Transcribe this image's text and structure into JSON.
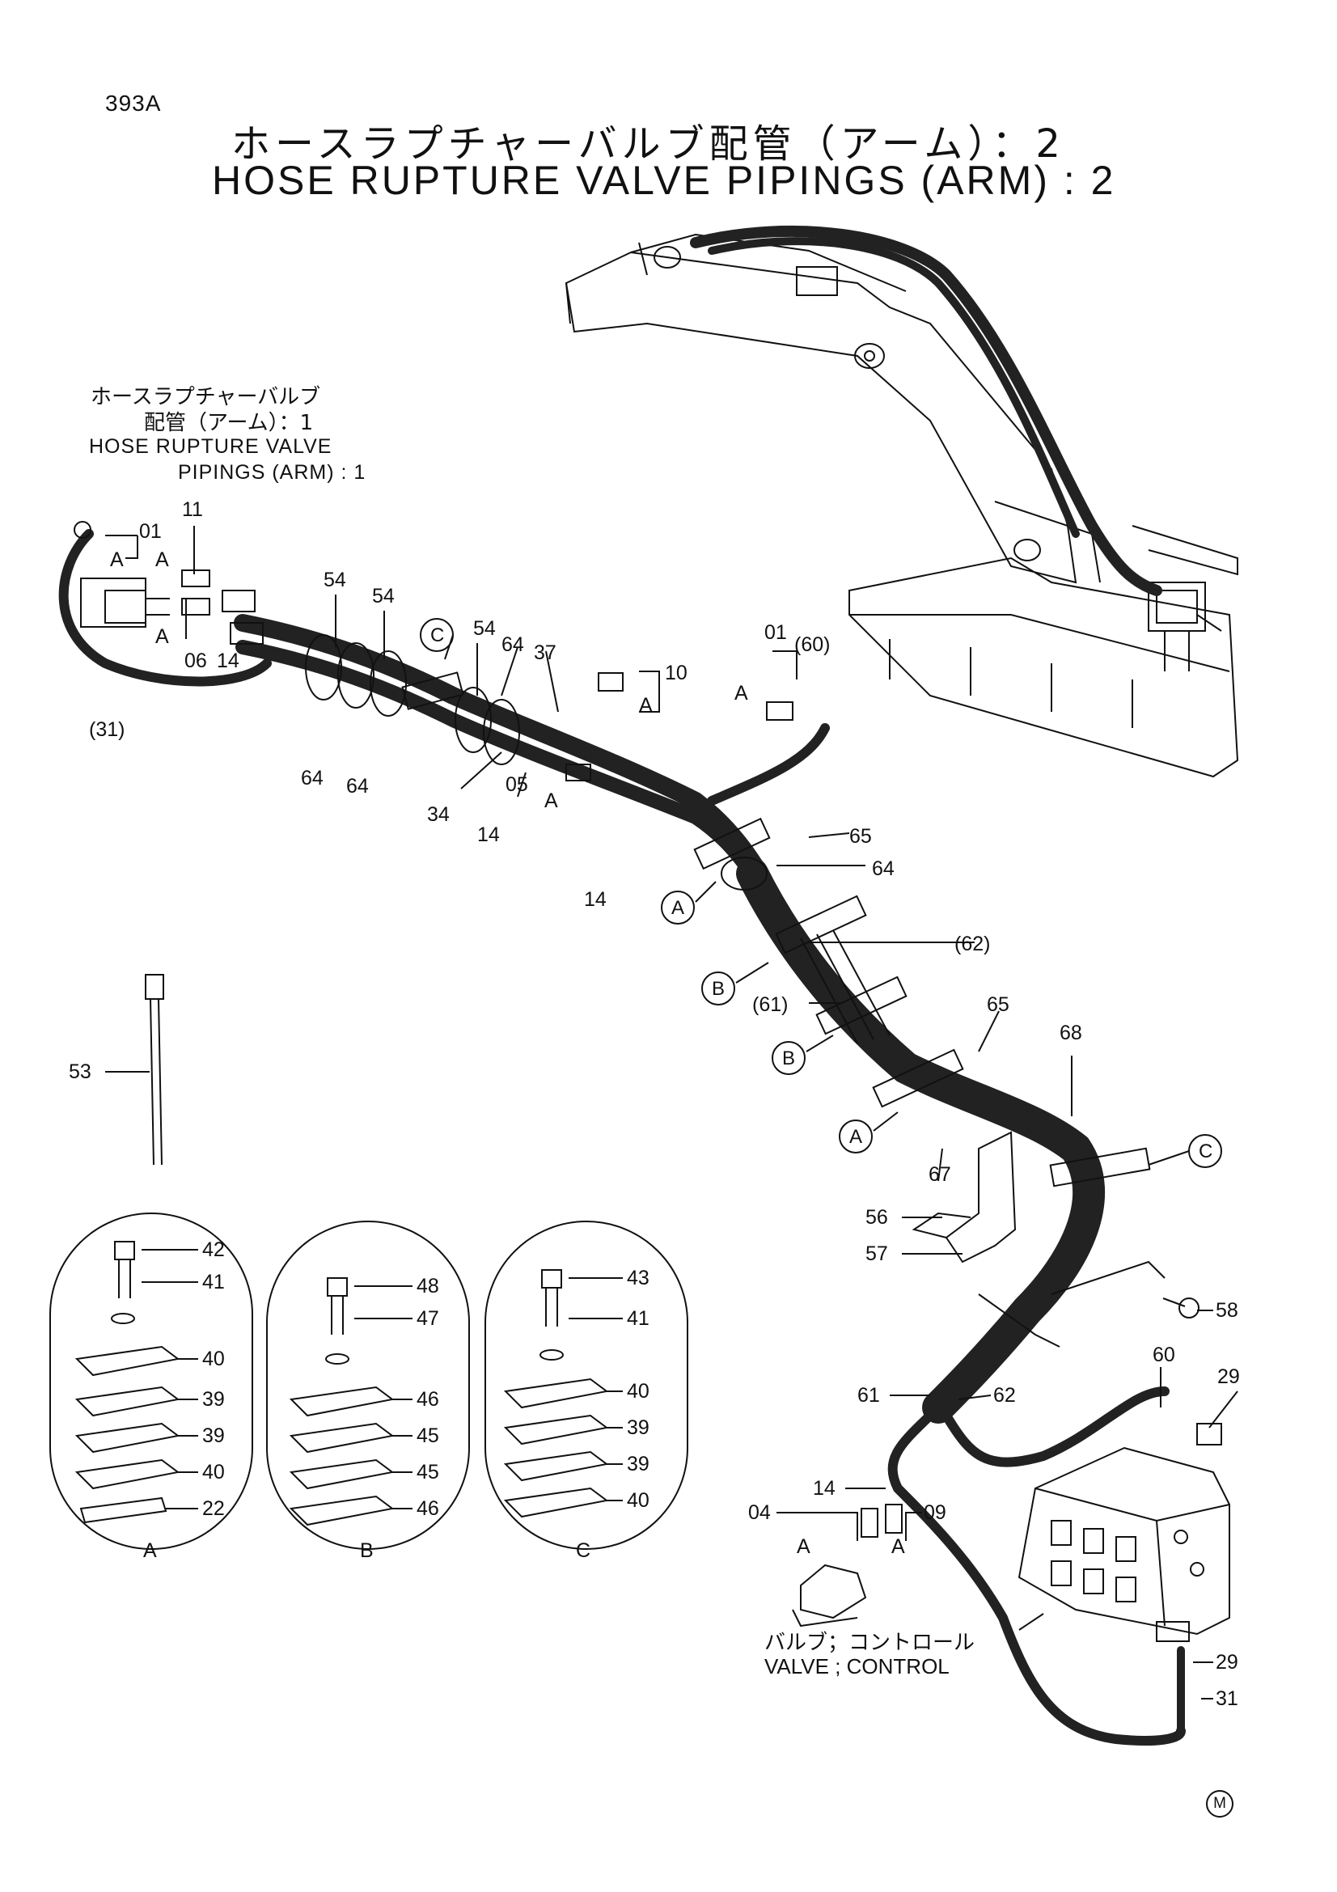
{
  "page_number": "393A",
  "title_jp": "ホースラプチャーバルブ配管（アーム）：2",
  "title_en": "HOSE RUPTURE VALVE PIPINGS (ARM) : 2",
  "ref_note": {
    "jp_line1": "ホースラプチャーバルブ",
    "jp_line2": "配管（アーム）：1",
    "en_line1": "HOSE RUPTURE VALVE",
    "en_line2": "PIPINGS (ARM) : 1"
  },
  "control_valve": {
    "jp": "バルブ；コントロール",
    "en": "VALVE ; CONTROL"
  },
  "mark": "M",
  "callouts": {
    "c01a": "01",
    "cA1": "A",
    "c11": "11",
    "cA2": "A",
    "cA3": "A",
    "c06": "06",
    "c14a": "14",
    "c31a": "(31)",
    "c54a": "54",
    "c54b": "54",
    "c64a": "64",
    "c64b": "64",
    "cC1": "C",
    "c54c": "54",
    "c64c": "64",
    "c37": "37",
    "c34": "34",
    "c14b": "14",
    "c05": "05",
    "cA4": "A",
    "c14c": "14",
    "c10": "10",
    "cA5": "A",
    "c01b": "01",
    "c60a": "(60)",
    "cA6": "A",
    "c65a": "65",
    "c64d": "64",
    "cAcirc1": "A",
    "c62a": "(62)",
    "cB1": "B",
    "c61a": "(61)",
    "cB2": "B",
    "c65b": "65",
    "c68": "68",
    "cAcirc2": "A",
    "c67": "67",
    "cC2": "C",
    "c56": "56",
    "c57": "57",
    "c58": "58",
    "c53": "53",
    "c60b": "60",
    "c29a": "29",
    "c61b": "61",
    "c62b": "62",
    "c14d": "14",
    "c04": "04",
    "c09": "09",
    "cA7": "A",
    "cA8": "A",
    "c29b": "29",
    "c31b": "31"
  },
  "detail_A": {
    "label": "A",
    "parts": [
      "42",
      "41",
      "40",
      "39",
      "39",
      "40",
      "22"
    ]
  },
  "detail_B": {
    "label": "B",
    "parts": [
      "48",
      "47",
      "46",
      "45",
      "45",
      "46"
    ]
  },
  "detail_C": {
    "label": "C",
    "parts": [
      "43",
      "41",
      "40",
      "39",
      "39",
      "40"
    ]
  }
}
